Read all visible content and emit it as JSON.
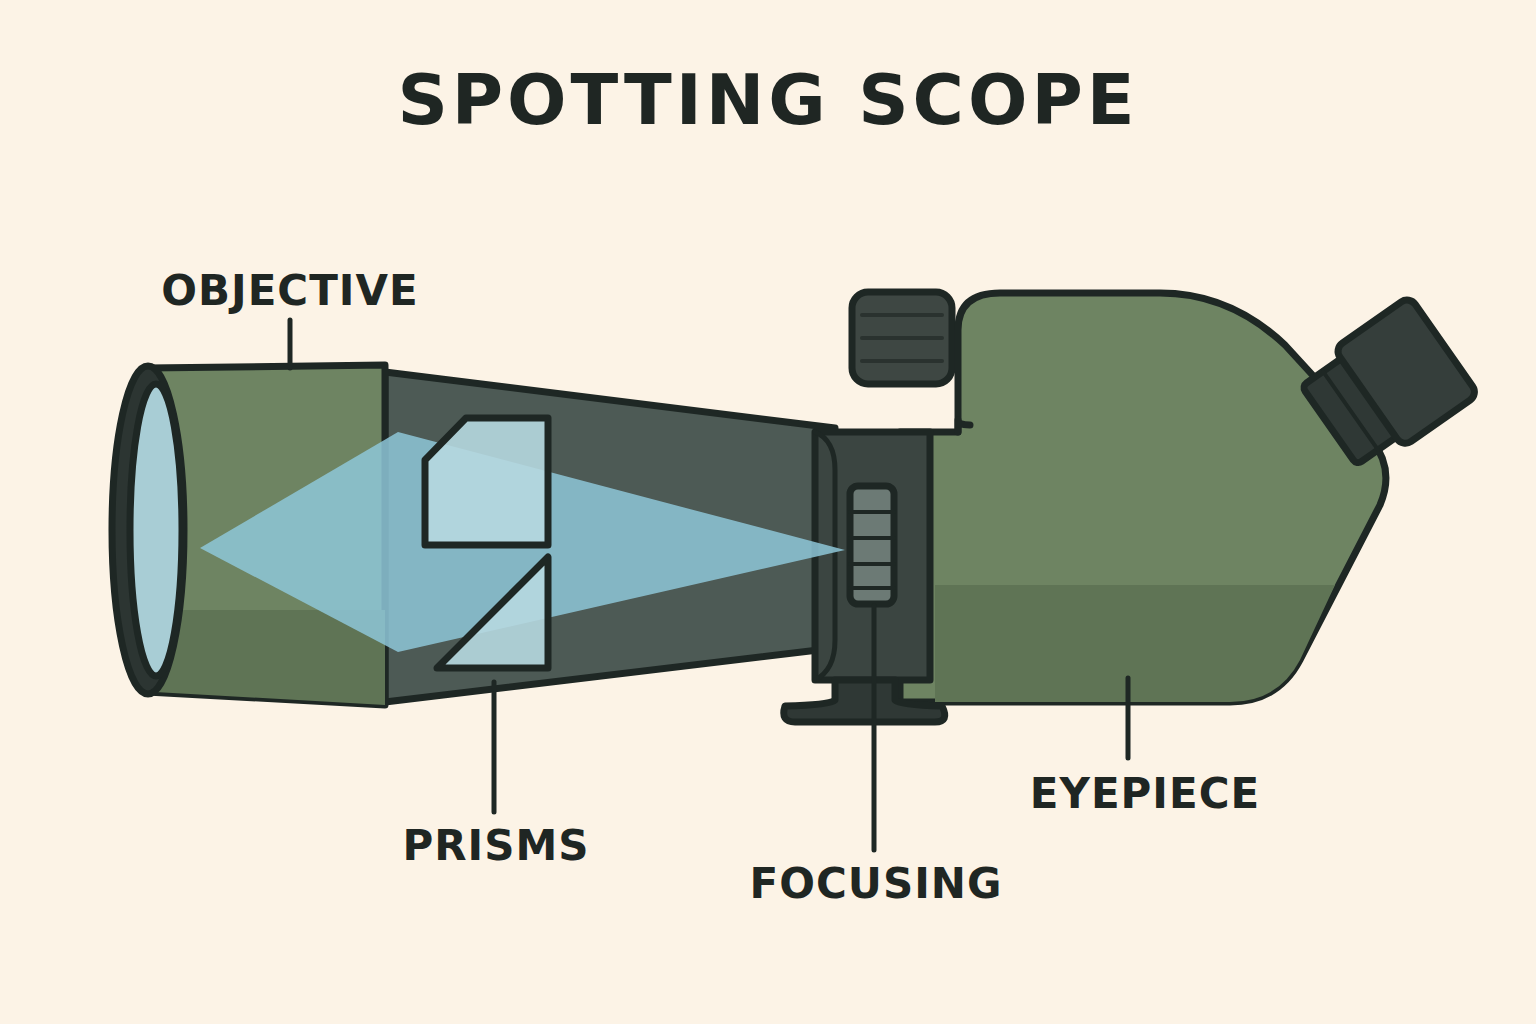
{
  "diagram": {
    "title": "SPOTTING SCOPE",
    "labels": [
      "OBJECTIVE",
      "PRISMS",
      "FOCUSING",
      "EYEPIECE"
    ]
  }
}
